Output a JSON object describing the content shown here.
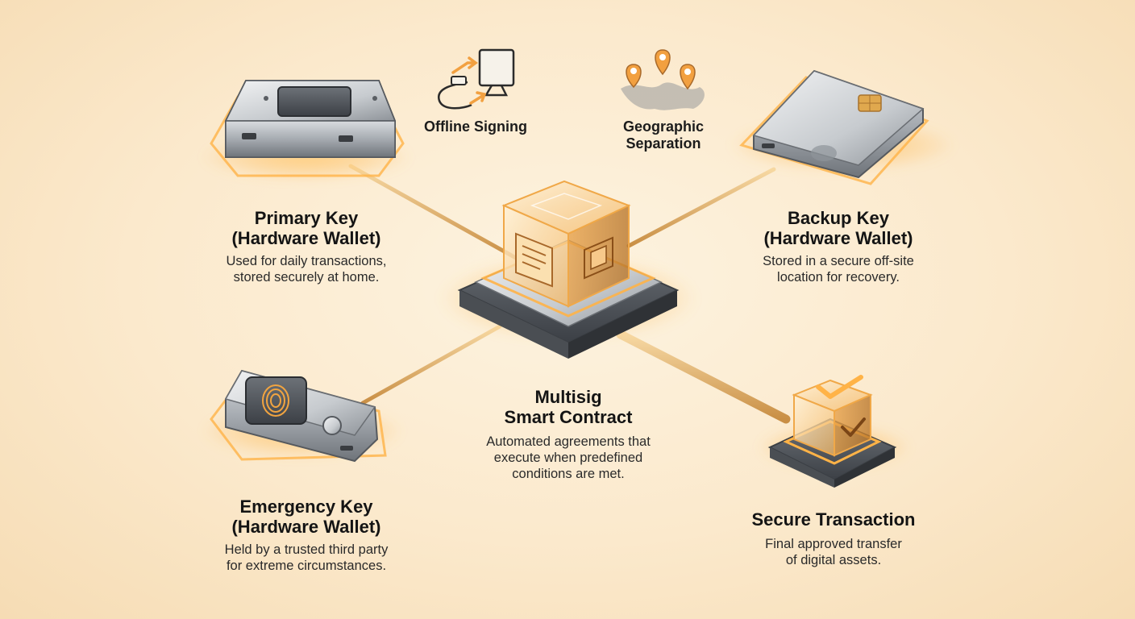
{
  "nodes": {
    "primary": {
      "title_1": "Primary Key",
      "title_2": "(Hardware Wallet)",
      "desc_1": "Used for daily transactions,",
      "desc_2": "stored securely at home."
    },
    "backup": {
      "title_1": "Backup Key",
      "title_2": "(Hardware Wallet)",
      "desc_1": "Stored in a secure off-site",
      "desc_2": "location for recovery."
    },
    "emergency": {
      "title_1": "Emergency Key",
      "title_2": "(Hardware Wallet)",
      "desc_1": "Held by a trusted third party",
      "desc_2": "for extreme circumstances."
    },
    "contract": {
      "title_1": "Multisig",
      "title_2": "Smart Contract",
      "desc_1": "Automated agreements that",
      "desc_2": "execute when predefined",
      "desc_3": "conditions are met."
    },
    "transaction": {
      "title_1": "Secure Transaction",
      "desc_1": "Final approved transfer",
      "desc_2": "of digital assets."
    }
  },
  "features": {
    "offline": "Offline Signing",
    "geo_1": "Geographic",
    "geo_2": "Separation"
  },
  "colors": {
    "accent": "#f5a33a",
    "connector": "#e9b36a",
    "glow": "#ffb347",
    "metal": "#9ea3a8",
    "text": "#141414"
  },
  "icons": [
    "usb-cable-icon",
    "monitor-icon",
    "map-pin-icon",
    "world-map-icon",
    "fingerprint-icon",
    "check-icon",
    "document-icon",
    "chip-icon"
  ]
}
